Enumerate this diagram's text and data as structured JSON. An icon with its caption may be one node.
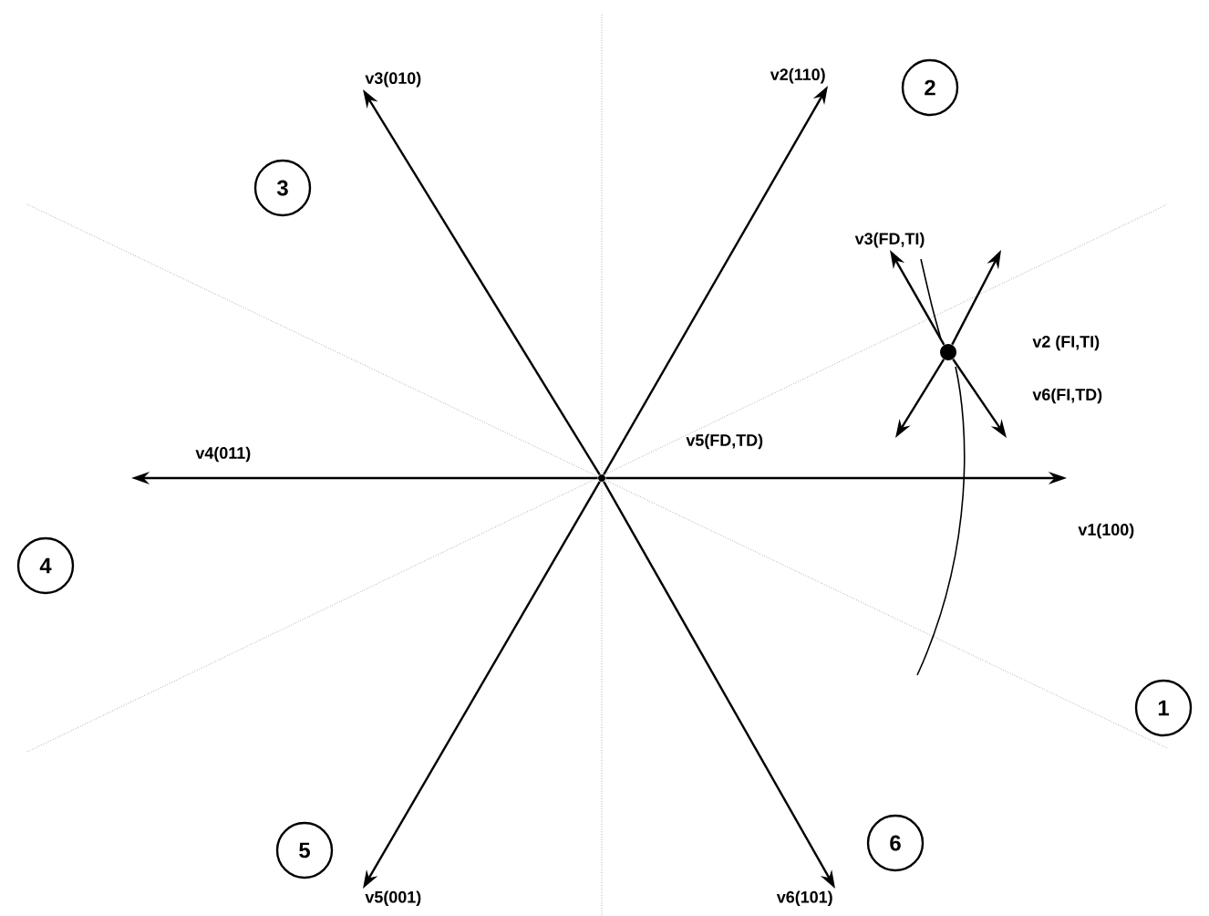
{
  "diagram": {
    "nodes": [
      {
        "text": [],
        "shape": "circle"
      },
      {
        "text": [],
        "shape": "circle"
      },
      {
        "text": [
          "1"
        ]
      },
      {
        "text": [
          "2"
        ]
      },
      {
        "text": [
          "3"
        ]
      },
      {
        "text": [
          "4"
        ]
      },
      {
        "text": [
          "5"
        ]
      },
      {
        "text": [
          "6"
        ]
      },
      {
        "text": [
          "v3(010)"
        ]
      },
      {
        "text": [
          "v2(110)"
        ]
      },
      {
        "text": [
          "v3(FD,TI)"
        ]
      },
      {
        "text": [
          "v5(001)"
        ]
      },
      {
        "text": [
          "v6(101)"
        ]
      }
    ],
    "edges": [
      {
        "from": 0,
        "to": null,
        "arrow": "to"
      },
      {
        "from": 0,
        "to": 9,
        "arrow": "to"
      },
      {
        "from": 0,
        "to": 8,
        "arrow": "to"
      },
      {
        "from": 0,
        "to": null,
        "arrow": "to"
      },
      {
        "from": 0,
        "to": 11,
        "arrow": "to"
      },
      {
        "from": 0,
        "to": 12,
        "arrow": "to"
      },
      {
        "from": 1,
        "to": 10,
        "arrow": "to"
      },
      {
        "from": 1,
        "to": null,
        "arrow": "to"
      },
      {
        "from": 1,
        "to": null,
        "arrow": "to"
      },
      {
        "from": 1,
        "to": null,
        "arrow": "to"
      }
    ],
    "labels": [
      "v2 (FI,TI)",
      "v6(FI,TD)",
      "v4(011)",
      "v5(FD,TD)",
      "v1(100)"
    ]
  }
}
